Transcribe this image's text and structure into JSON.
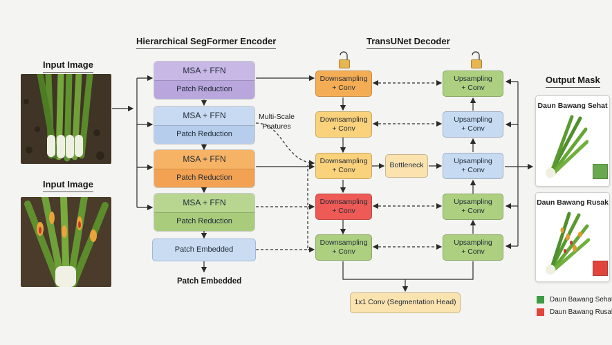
{
  "input": {
    "label_1": "Input Image",
    "label_2": "Input Image"
  },
  "encoder": {
    "title": "Hierarchical SegFormer Encoder",
    "stages": [
      {
        "top": "MSA + FFN",
        "bottom": "Patch Reduction",
        "color_top": "#c8b8e6",
        "color_bottom": "#b9a6dd"
      },
      {
        "top": "MSA + FFN",
        "bottom": "Patch Reduction",
        "color_top": "#c7daf1",
        "color_bottom": "#b6cdeb"
      },
      {
        "top": "MSA + FFN",
        "bottom": "Patch Reduction",
        "color_top": "#f7b365",
        "color_bottom": "#f2a252"
      },
      {
        "top": "MSA + FFN",
        "bottom": "Patch Reduction",
        "color_top": "#b8d690",
        "color_bottom": "#a8cc7c"
      }
    ],
    "patch_embedded": "Patch Embedded",
    "patch_embedded_out": "Patch Embedded",
    "multi_scale": "Multi-Scale\nFeatures"
  },
  "decoder": {
    "title": "TransUNet Decoder",
    "down": [
      {
        "label": "Downsampling\n+ Conv",
        "color": "#f5ad55"
      },
      {
        "label": "Downsampling\n+ Conv",
        "color": "#fbd27c"
      },
      {
        "label": "Downsampling\n+ Conv",
        "color": "#fbd27c"
      },
      {
        "label": "Downsampling\n+ Conv",
        "color": "#ee5a55"
      },
      {
        "label": "Downsampling\n+ Conv",
        "color": "#acd07f"
      }
    ],
    "up": [
      {
        "label": "Upsampling\n+ Conv",
        "color": "#acd07f"
      },
      {
        "label": "Upsampling\n+ Conv",
        "color": "#c6dbf2"
      },
      {
        "label": "Upsampling\n+ Conv",
        "color": "#c6dbf2"
      },
      {
        "label": "Upsampling\n+ Conv",
        "color": "#acd07f"
      },
      {
        "label": "Upsampling\n+ Conv",
        "color": "#acd07f"
      }
    ],
    "bottleneck": "Bottleneck",
    "bottleneck_color": "#fbe3b0",
    "seg_head": "1x1 Conv (Segmentation Head)",
    "seg_head_color": "#fbe3b0",
    "lock_icon": "lock-icon"
  },
  "output": {
    "title": "Output Mask",
    "healthy_caption": "Daun Bawang Sehat",
    "damaged_caption": "Daun Bawang Rusak",
    "healthy_color": "#6aa84f",
    "damaged_color": "#e0453c"
  },
  "legend": [
    {
      "label": "Daun Bawang Sehat",
      "color": "#3f9a45"
    },
    {
      "label": "Daun Bawang Rusak",
      "color": "#e0453c"
    }
  ]
}
